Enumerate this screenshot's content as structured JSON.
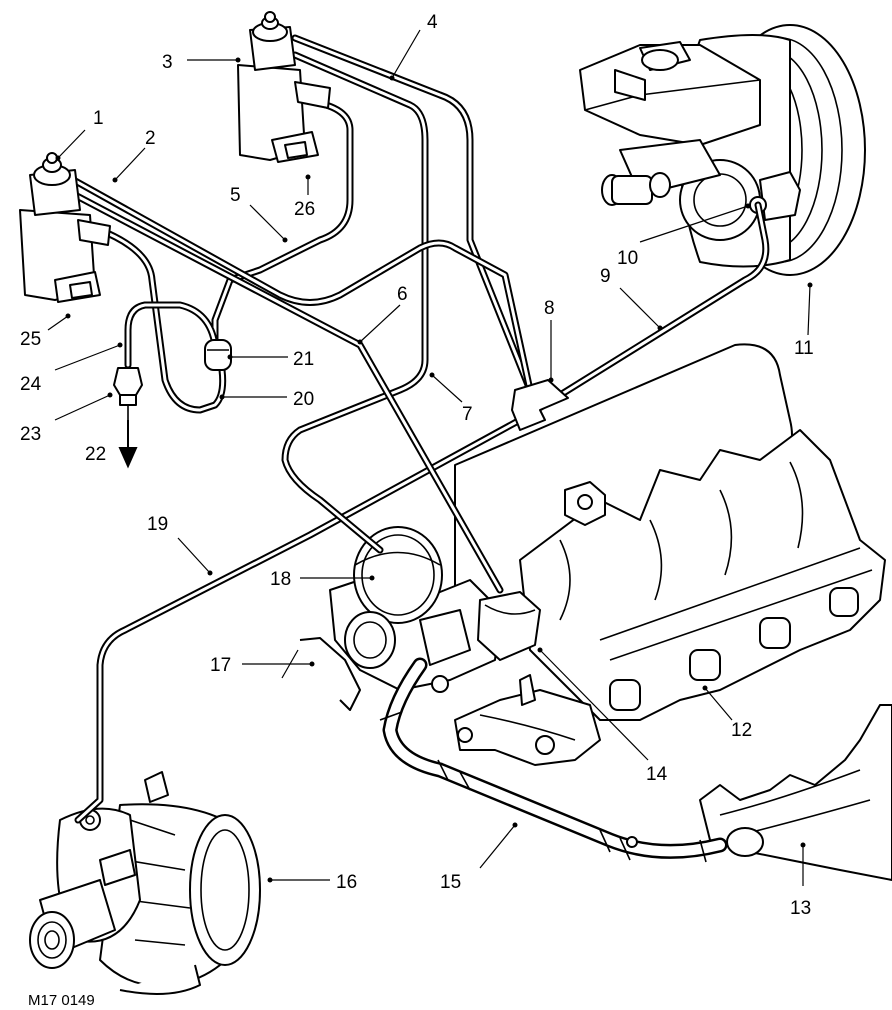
{
  "figure": {
    "reference": "M17 0149",
    "labels": {
      "1": "1",
      "2": "2",
      "3": "3",
      "4": "4",
      "5": "5",
      "6": "6",
      "7": "7",
      "8": "8",
      "9": "9",
      "10": "10",
      "11": "11",
      "12": "12",
      "13": "13",
      "14": "14",
      "15": "15",
      "16": "16",
      "17": "17",
      "18": "18",
      "19": "19",
      "20": "20",
      "21": "21",
      "22": "22",
      "23": "23",
      "24": "24",
      "25": "25",
      "26": "26"
    }
  }
}
